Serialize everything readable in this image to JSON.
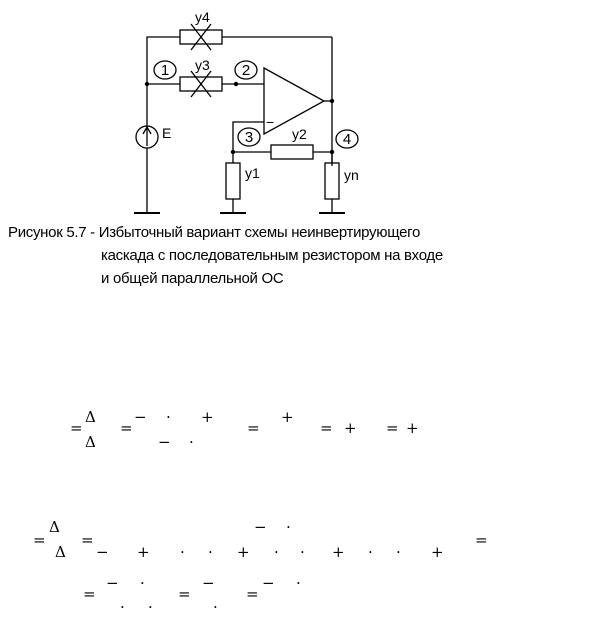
{
  "diagram": {
    "labels": {
      "y4": "y4",
      "y3": "y3",
      "y2": "y2",
      "y1": "y1",
      "yn": "yn",
      "e": "E"
    },
    "nodes": [
      "1",
      "2",
      "3",
      "4"
    ],
    "opamp_minus": "−"
  },
  "caption": {
    "line1": "Рисунок 5.7 - Избыточный вариант схемы неинвертирующего",
    "line2": "каскада с последовательным резистором на входе",
    "line3": "и общей параллельной ОС"
  },
  "formula1": {
    "eq1": "=",
    "delta_top": "Δ",
    "delta_bot": "Δ",
    "eq2": "=",
    "m1": "−",
    "d1": "·",
    "p1": "+",
    "m2": "−",
    "d2": "·",
    "eq3": "=",
    "p2": "+",
    "eq4": "=",
    "p3": "+",
    "eq5": "=",
    "p4": "+"
  },
  "formula2": {
    "eq1": "=",
    "delta_top": "Δ",
    "delta_bot": "Δ",
    "eq2": "=",
    "m_top": "−",
    "d_top": "·",
    "m1": "−",
    "p1": "+",
    "d1": "·",
    "d2": "·",
    "p2": "+",
    "d3": "·",
    "d4": "·",
    "p3": "+",
    "d5": "·",
    "d6": "·",
    "p4": "+",
    "eq3": "="
  },
  "formula3": {
    "eq1": "=",
    "m1": "−",
    "d1": "·",
    "d2": "·",
    "d3": "·",
    "eq2": "=",
    "m2": "−",
    "d4": "·",
    "eq3": "=",
    "m3": "−",
    "d5": "·"
  }
}
